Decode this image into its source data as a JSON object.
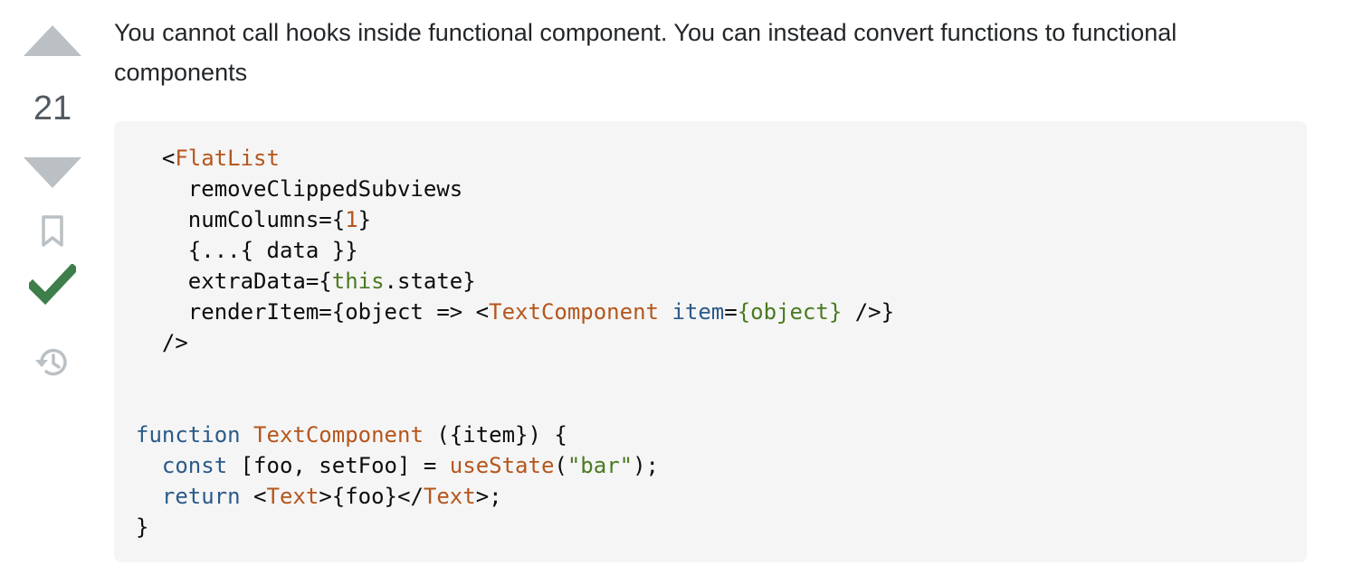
{
  "vote": {
    "count": "21"
  },
  "answer": {
    "text": "You cannot call hooks inside functional component. You can instead convert functions to functional components"
  },
  "code": {
    "l1_open": "  <",
    "l1_tag": "FlatList",
    "l2": "    removeClippedSubviews",
    "l3_a": "    numColumns={",
    "l3_num": "1",
    "l3_b": "}",
    "l4": "    {...{ data }}",
    "l5_a": "    extraData={",
    "l5_this": "this",
    "l5_b": ".state}",
    "l6_a": "    renderItem={object => <",
    "l6_tag": "TextComponent",
    "l6_sp": " ",
    "l6_attr": "item",
    "l6_eq": "=",
    "l6_expr": "{object}",
    "l6_b": " />}",
    "l7": "  />",
    "l10_kw": "function",
    "l10_sp": " ",
    "l10_fn": "TextComponent",
    "l10_b": " ({item}) {",
    "l11_ind": "  ",
    "l11_kw": "const",
    "l11_a": " [foo, setFoo] = ",
    "l11_fn": "useState",
    "l11_p1": "(",
    "l11_str": "\"bar\"",
    "l11_p2": ");",
    "l12_ind": "  ",
    "l12_kw": "return",
    "l12_a": " <",
    "l12_tag1": "Text",
    "l12_b": ">{foo}</",
    "l12_tag2": "Text",
    "l12_c": ">;",
    "l13": "}"
  },
  "colors": {
    "accepted": "#3d7e4b",
    "vote_arrow": "#bbc0c4",
    "code_bg": "#f5f5f5"
  },
  "icons": {
    "up": "triangle-up-icon",
    "down": "triangle-down-icon",
    "bookmark": "bookmark-icon",
    "accepted": "checkmark-icon",
    "history": "history-icon"
  }
}
